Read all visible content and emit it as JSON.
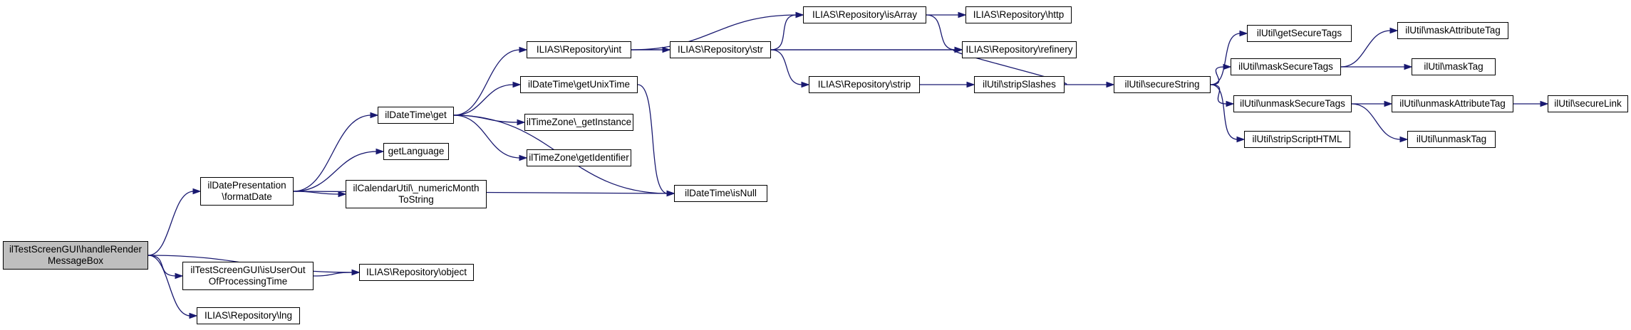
{
  "colors": {
    "edge": "#191970",
    "root_fill": "#bfbfbf",
    "node_fill": "#ffffff",
    "node_border": "#000000"
  },
  "nodes": {
    "root": [
      "ilTestScreenGUI\\handleRender",
      "MessageBox"
    ],
    "formatDate": [
      "ilDatePresentation",
      "\\formatDate"
    ],
    "isUserOut": [
      "ilTestScreenGUI\\isUserOut",
      "OfProcessingTime"
    ],
    "lng": [
      "ILIAS\\Repository\\lng"
    ],
    "object": [
      "ILIAS\\Repository\\object"
    ],
    "dateGet": [
      "ilDateTime\\get"
    ],
    "getLanguage": [
      "getLanguage"
    ],
    "numericMonth": [
      "ilCalendarUtil\\_numericMonth",
      "ToString"
    ],
    "isNull": [
      "ilDateTime\\isNull"
    ],
    "repoInt": [
      "ILIAS\\Repository\\int"
    ],
    "getUnixTime": [
      "ilDateTime\\getUnixTime"
    ],
    "getInstance": [
      "ilTimeZone\\_getInstance"
    ],
    "getIdentifier": [
      "ilTimeZone\\getIdentifier"
    ],
    "repoStr": [
      "ILIAS\\Repository\\str"
    ],
    "isArray": [
      "ILIAS\\Repository\\isArray"
    ],
    "http": [
      "ILIAS\\Repository\\http"
    ],
    "refinery": [
      "ILIAS\\Repository\\refinery"
    ],
    "strip": [
      "ILIAS\\Repository\\strip"
    ],
    "stripSlashes": [
      "ilUtil\\stripSlashes"
    ],
    "secureString": [
      "ilUtil\\secureString"
    ],
    "getSecureTags": [
      "ilUtil\\getSecureTags"
    ],
    "maskSecureTags": [
      "ilUtil\\maskSecureTags"
    ],
    "unmaskSecureTags": [
      "ilUtil\\unmaskSecureTags"
    ],
    "stripScriptHTML": [
      "ilUtil\\stripScriptHTML"
    ],
    "maskAttributeTag": [
      "ilUtil\\maskAttributeTag"
    ],
    "maskTag": [
      "ilUtil\\maskTag"
    ],
    "unmaskAttributeTag": [
      "ilUtil\\unmaskAttributeTag"
    ],
    "unmaskTag": [
      "ilUtil\\unmaskTag"
    ],
    "secureLink": [
      "ilUtil\\secureLink"
    ]
  },
  "edges": [
    [
      "root",
      "formatDate"
    ],
    [
      "root",
      "isUserOut"
    ],
    [
      "root",
      "lng"
    ],
    [
      "root",
      "object"
    ],
    [
      "formatDate",
      "dateGet"
    ],
    [
      "formatDate",
      "getLanguage"
    ],
    [
      "formatDate",
      "numericMonth"
    ],
    [
      "formatDate",
      "isNull"
    ],
    [
      "isUserOut",
      "object"
    ],
    [
      "dateGet",
      "repoInt"
    ],
    [
      "dateGet",
      "getUnixTime"
    ],
    [
      "dateGet",
      "getInstance"
    ],
    [
      "dateGet",
      "getIdentifier"
    ],
    [
      "dateGet",
      "isNull"
    ],
    [
      "getUnixTime",
      "isNull"
    ],
    [
      "repoInt",
      "isArray"
    ],
    [
      "repoInt",
      "repoStr"
    ],
    [
      "repoInt",
      "refinery"
    ],
    [
      "repoStr",
      "isArray"
    ],
    [
      "repoStr",
      "refinery"
    ],
    [
      "repoStr",
      "strip"
    ],
    [
      "isArray",
      "http"
    ],
    [
      "isArray",
      "refinery"
    ],
    [
      "strip",
      "stripSlashes"
    ],
    [
      "stripSlashes",
      "refinery"
    ],
    [
      "stripSlashes",
      "secureString"
    ],
    [
      "secureString",
      "getSecureTags"
    ],
    [
      "secureString",
      "maskSecureTags"
    ],
    [
      "secureString",
      "unmaskSecureTags"
    ],
    [
      "secureString",
      "stripScriptHTML"
    ],
    [
      "maskSecureTags",
      "maskAttributeTag"
    ],
    [
      "maskSecureTags",
      "maskTag"
    ],
    [
      "unmaskSecureTags",
      "unmaskAttributeTag"
    ],
    [
      "unmaskSecureTags",
      "unmaskTag"
    ],
    [
      "unmaskAttributeTag",
      "secureLink"
    ]
  ]
}
